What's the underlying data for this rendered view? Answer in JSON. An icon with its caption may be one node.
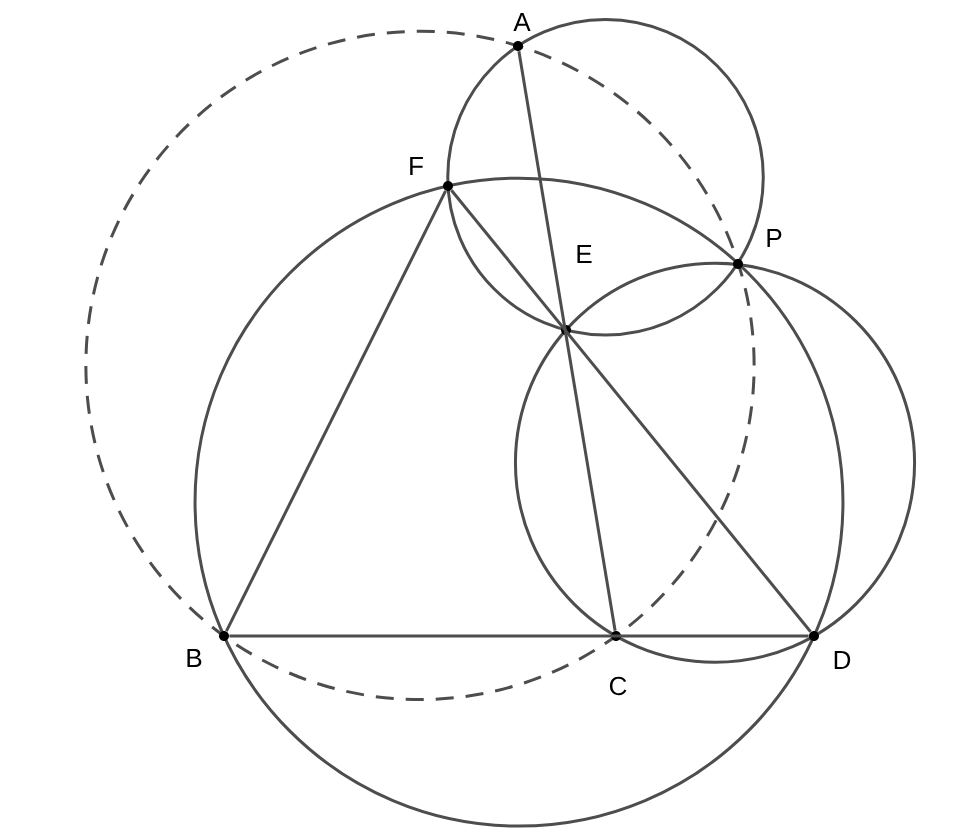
{
  "diagram": {
    "nodes": [
      {
        "text": [
          "A"
        ]
      },
      {
        "text": [
          "F"
        ]
      },
      {
        "text": [
          "E"
        ]
      },
      {
        "text": [
          "P"
        ]
      },
      {
        "text": [
          "B"
        ]
      },
      {
        "text": [
          "C"
        ]
      },
      {
        "text": [
          "D"
        ]
      }
    ],
    "edges": [
      {
        "from": 0,
        "to": 5,
        "arrow": "none"
      },
      {
        "from": 1,
        "to": 4,
        "arrow": "none"
      },
      {
        "from": 1,
        "to": 6,
        "arrow": "none"
      },
      {
        "from": 4,
        "to": 6,
        "arrow": "none"
      }
    ]
  }
}
